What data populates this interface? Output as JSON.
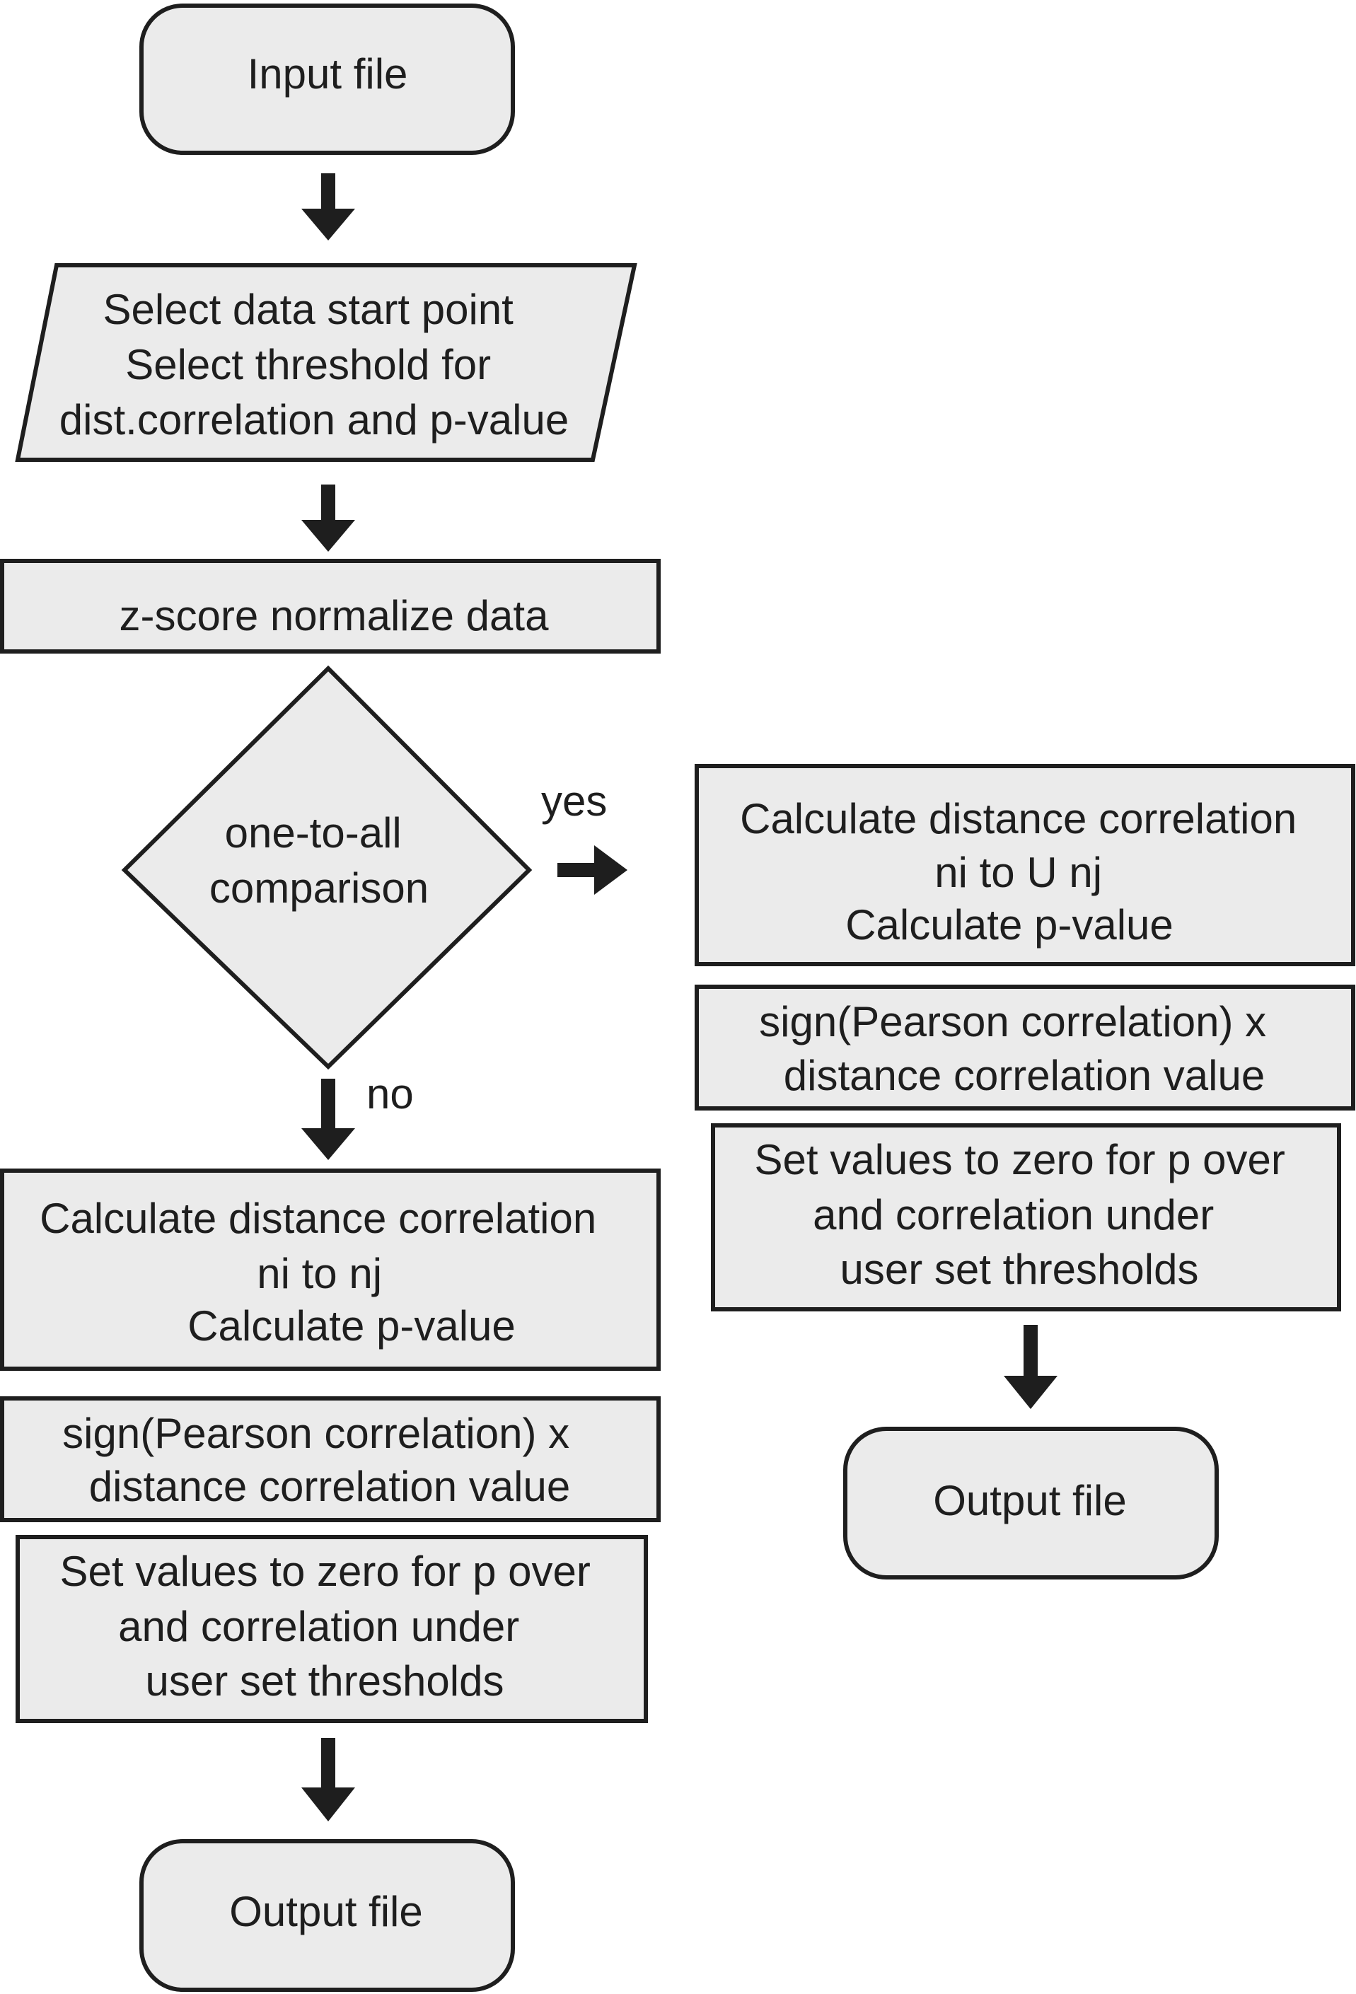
{
  "nodes": {
    "input_file": [
      "Input file"
    ],
    "select_params": [
      "Select data start point",
      "Select threshold for",
      "dist.correlation and p-value"
    ],
    "zscore": [
      "z-score normalize data"
    ],
    "decision": [
      "one-to-all",
      "comparison"
    ],
    "left_calc": [
      "Calculate distance correlation",
      "ni  to nj",
      "Calculate p-value"
    ],
    "left_sign": [
      "sign(Pearson correlation) x",
      "distance correlation value"
    ],
    "left_zero": [
      "Set values to zero for p over",
      "and correlation under",
      "user set thresholds"
    ],
    "left_output": [
      "Output file"
    ],
    "right_calc": [
      "Calculate distance correlation",
      "ni to U nj",
      "Calculate p-value"
    ],
    "right_sign": [
      "sign(Pearson correlation) x",
      "distance correlation value"
    ],
    "right_zero": [
      "Set values to zero for p over",
      "and correlation under",
      "user set thresholds"
    ],
    "right_output": [
      "Output file"
    ]
  },
  "edge_labels": {
    "yes": "yes",
    "no": "no"
  },
  "colors": {
    "box_fill": "#ebebeb",
    "stroke": "#1e1e1e",
    "background": "#ffffff"
  }
}
